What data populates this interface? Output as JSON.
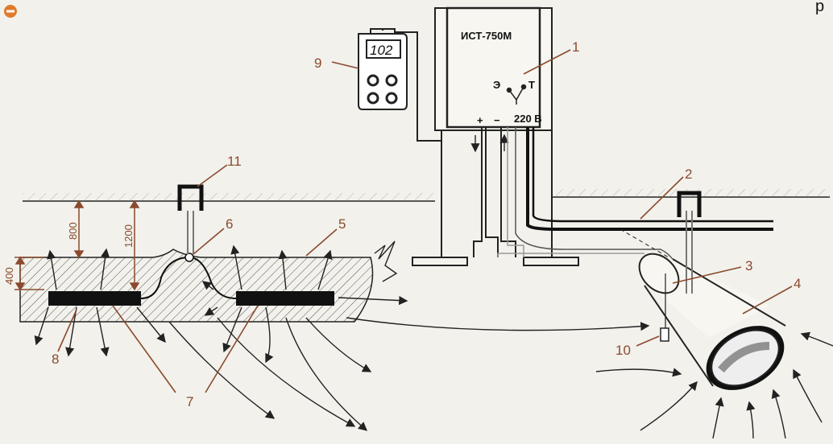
{
  "header": {
    "top_text": "р",
    "top_icon": "minus-circle-icon"
  },
  "station": {
    "title": "ИСТ-750М",
    "switch_left": "Э",
    "switch_right": "Т",
    "plus": "+",
    "minus": "−",
    "voltage": "220 В"
  },
  "meter": {
    "display": "102"
  },
  "dimensions": {
    "d800": "800",
    "d1200": "1200",
    "d400": "400"
  },
  "labels": {
    "l1": "1",
    "l2": "2",
    "l3": "3",
    "l4": "4",
    "l5": "5",
    "l6": "6",
    "l7a": "7",
    "l8": "8",
    "l9": "9",
    "l10": "10",
    "l11": "11"
  },
  "colors": {
    "accent": "#8b4a2e",
    "ink": "#111111",
    "background": "#f2f1ec",
    "top_icon": "#e07a2c"
  }
}
